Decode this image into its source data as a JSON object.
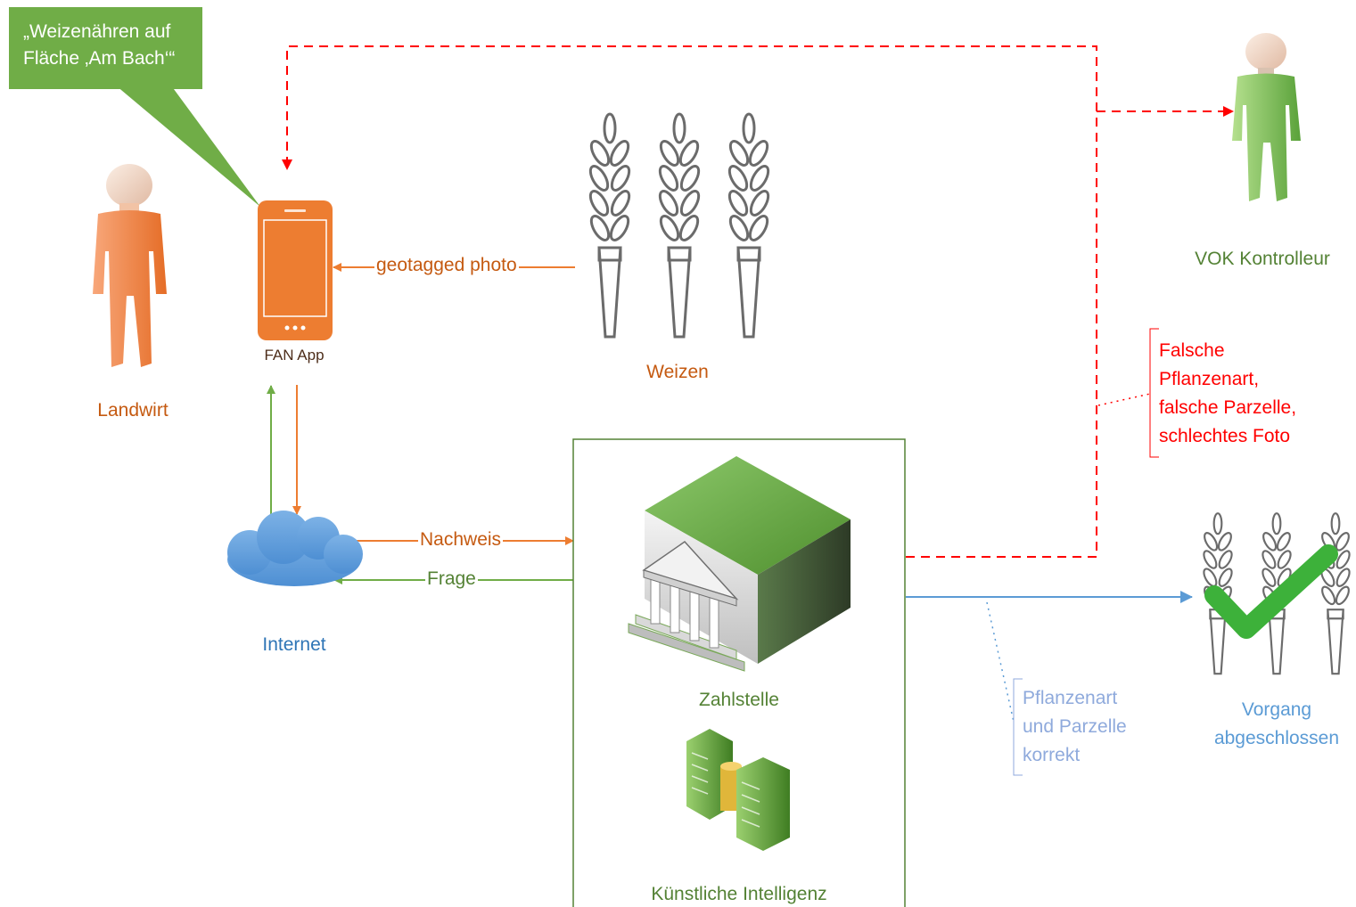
{
  "speech_bubble": {
    "line1": "„Weizenähren auf",
    "line2": "Fläche ‚Am Bach‘“"
  },
  "nodes": {
    "landwirt": "Landwirt",
    "fan_app": "FAN App",
    "weizen": "Weizen",
    "internet": "Internet",
    "vok_kontrolleur": "VOK Kontrolleur",
    "zahlstelle": "Zahlstelle",
    "ki": "Künstliche Intelligenz",
    "vorgang_line1": "Vorgang",
    "vorgang_line2": "abgeschlossen"
  },
  "edges": {
    "geotagged_photo": "geotagged photo",
    "nachweis": "Nachweis",
    "frage": "Frage"
  },
  "annotations": {
    "falsch": {
      "line1": "Falsche",
      "line2": "Pflanzenart,",
      "line3": "falsche Parzelle,",
      "line4": "schlechtes Foto"
    },
    "korrekt": {
      "line1": "Pflanzenart",
      "line2": "und Parzelle",
      "line3": "korrekt"
    }
  },
  "colors": {
    "orange": "#ed7d31",
    "orange_text": "#c55a11",
    "green": "#70ad47",
    "green_text": "#548235",
    "blue": "#5b9bd5",
    "blue_text": "#2e75b6",
    "red": "#ff0000",
    "light_blue_text": "#8faadc",
    "bubble": "#70ad47"
  }
}
